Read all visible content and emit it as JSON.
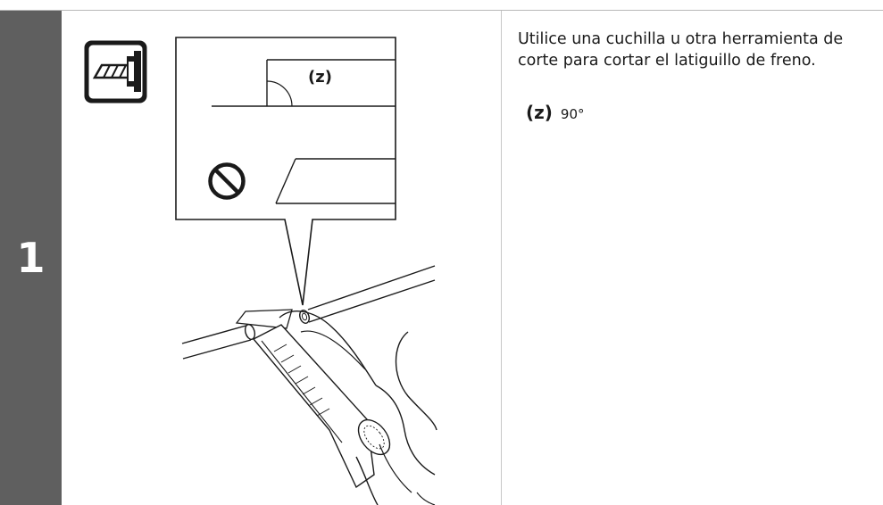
{
  "step": {
    "number": "1"
  },
  "icons": {
    "tool": "utility-knife-icon",
    "prohibited": "prohibited-icon"
  },
  "instruction": {
    "text": "Utilice una cuchilla u otra herramienta de corte para cortar el latiguillo de freno."
  },
  "callout": {
    "angle_label": "(z)"
  },
  "legend": [
    {
      "key": "(z)",
      "value": "90°"
    }
  ],
  "colors": {
    "step_band": "#5f5f5f",
    "line": "#1a1a1a"
  }
}
